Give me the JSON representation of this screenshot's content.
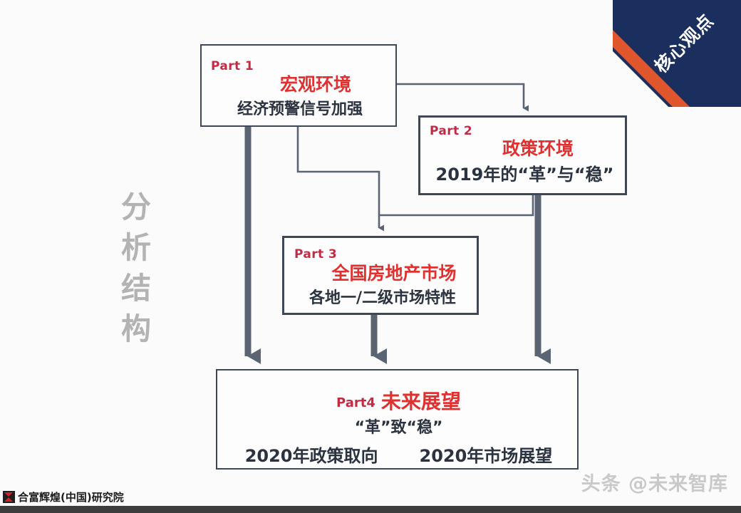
{
  "ribbon": {
    "label": "核心观点",
    "navy": "#1b2f5e",
    "orange": "#e0562c"
  },
  "side_title": {
    "chars": [
      "分",
      "析",
      "结",
      "构"
    ],
    "color": "#b3b3b3"
  },
  "colors": {
    "box_border": "#3d4758",
    "tag_red": "#c32b45",
    "headline_red": "#e03030",
    "subline_navy": "#2b3340",
    "connector": "#5a6472",
    "page_bg": "#fbfbfb"
  },
  "parts": [
    {
      "tag": "Part 1",
      "headline": "宏观环境",
      "subline": "经济预警信号加强"
    },
    {
      "tag": "Part 2",
      "headline": "政策环境",
      "subline": "2019年的“革”与“稳”"
    },
    {
      "tag": "Part 3",
      "headline": "全国房地产市场",
      "subline": "各地一/二级市场特性"
    }
  ],
  "part4": {
    "tag": "Part4",
    "headline": "未来展望",
    "subline": "“革”致“稳”",
    "footers": [
      "2020年政策取向",
      "2020年市场展望"
    ]
  },
  "footer": {
    "brand": "合富辉煌(中国)研究院",
    "watermark": "头条 @未来智库"
  }
}
